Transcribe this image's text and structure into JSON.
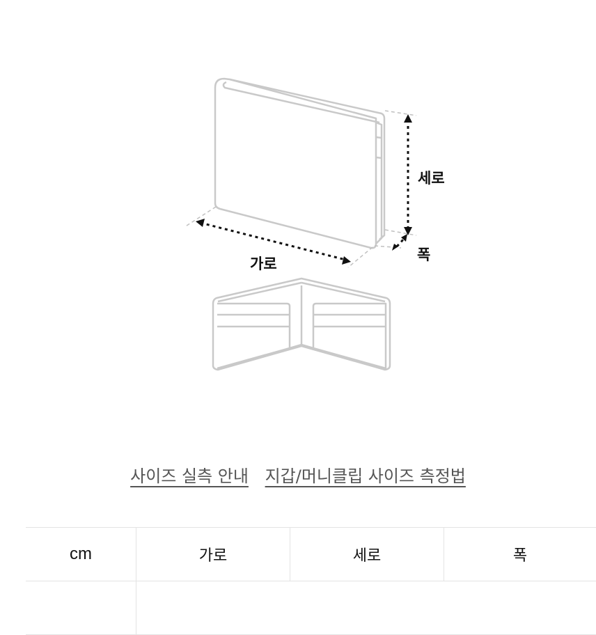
{
  "diagram": {
    "labels": {
      "width": "가로",
      "height": "세로",
      "depth": "폭"
    },
    "colors": {
      "outline": "#c9c9c9",
      "arrow": "#111111",
      "guide": "#c0c0c0"
    }
  },
  "links": [
    {
      "label": "사이즈 실측 안내"
    },
    {
      "label": "지갑/머니클립 사이즈 측정법"
    }
  ],
  "size_table": {
    "headers": [
      "cm",
      "가로",
      "세로",
      "폭"
    ]
  }
}
